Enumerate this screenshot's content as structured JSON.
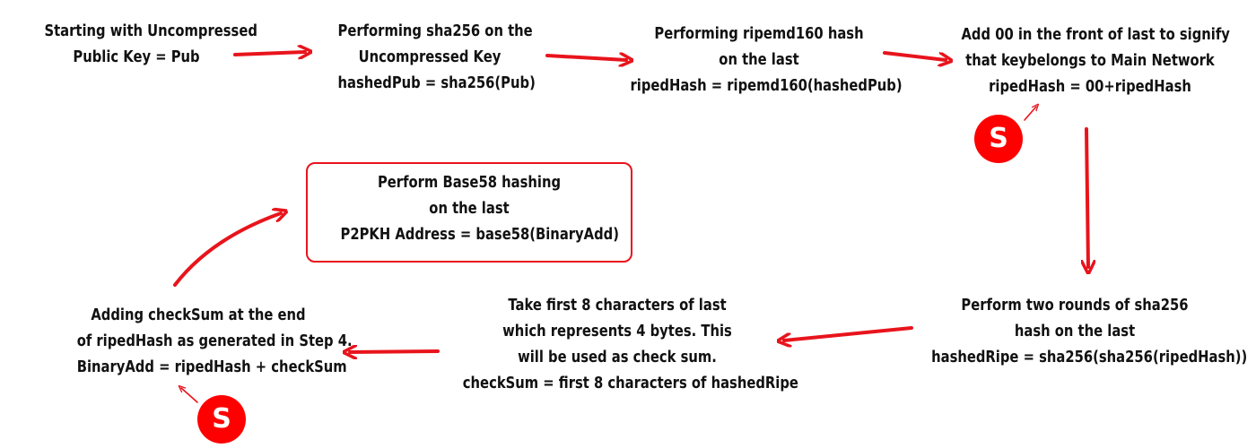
{
  "steps": {
    "s1": {
      "lines": [
        "Starting with Uncompressed",
        "Public Key = Pub"
      ]
    },
    "s2": {
      "lines": [
        "Performing sha256 on the",
        "Uncompressed Key",
        "hashedPub = sha256(Pub)"
      ]
    },
    "s3": {
      "lines": [
        "Performing ripemd160 hash",
        "on the last",
        "ripedHash = ripemd160(hashedPub)"
      ]
    },
    "s4": {
      "lines": [
        "Add 00 in the front of last to signify",
        "that keybelongs to Main Network",
        "ripedHash = 00+ripedHash"
      ]
    },
    "s5": {
      "lines": [
        "Perform two rounds of sha256",
        "hash on the last",
        "hashedRipe = sha256(sha256(ripedHash))"
      ]
    },
    "s6": {
      "lines": [
        "Take first 8 characters of last",
        "which represents 4 bytes. This",
        "will be used as check sum.",
        "checkSum = first 8 characters of hashedRipe"
      ]
    },
    "s7": {
      "lines": [
        "Adding checkSum at the end",
        "of ripedHash as generated in Step 4.",
        "BinaryAdd = ripedHash + checkSum"
      ]
    },
    "s8": {
      "lines": [
        "Perform Base58 hashing",
        "on the last",
        "P2PKH Address = base58(BinaryAdd)"
      ]
    }
  },
  "badges": {
    "b1": "S",
    "b2": "S"
  },
  "colors": {
    "arrow": "#e8141c",
    "badge": "#ff0000",
    "text": "#111111"
  }
}
